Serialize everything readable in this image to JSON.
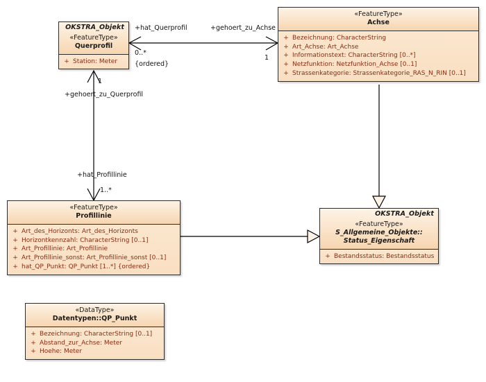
{
  "diagram": {
    "type": "uml-class-diagram",
    "background": "#ffffff",
    "box_fill": "#fbe8d2",
    "box_border": "#2b2b2b",
    "attribute_text_color": "#8a2b11",
    "line_color": "#000000"
  },
  "classes": {
    "querprofil": {
      "owner": "OKSTRA_Objekt",
      "stereotype": "«FeatureType»",
      "name": "Querprofil",
      "attributes": [
        {
          "visibility": "+",
          "text": "Station: Meter"
        }
      ]
    },
    "achse": {
      "stereotype": "«FeatureType»",
      "name": "Achse",
      "attributes": [
        {
          "visibility": "+",
          "text": "Bezeichnung: CharacterString"
        },
        {
          "visibility": "+",
          "text": "Art_Achse: Art_Achse"
        },
        {
          "visibility": "+",
          "text": "Informationstext: CharacterString [0..*]"
        },
        {
          "visibility": "+",
          "text": "Netzfunktion: Netzfunktion_Achse [0..1]"
        },
        {
          "visibility": "+",
          "text": "Strassenkategorie: Strassenkategorie_RAS_N_RIN [0..1]"
        }
      ]
    },
    "profillinie": {
      "stereotype": "«FeatureType»",
      "name": "Profillinie",
      "attributes": [
        {
          "visibility": "+",
          "text": "Art_des_Horizonts: Art_des_Horizonts"
        },
        {
          "visibility": "+",
          "text": "Horizontkennzahl: CharacterString [0..1]"
        },
        {
          "visibility": "+",
          "text": "Art_Profillinie: Art_Profillinie"
        },
        {
          "visibility": "+",
          "text": "Art_Profillinie_sonst: Art_Profillinie_sonst [0..1]"
        },
        {
          "visibility": "+",
          "text": "hat_QP_Punkt: QP_Punkt [1..*] {ordered}"
        }
      ]
    },
    "status_eigenschaft": {
      "owner": "OKSTRA_Objekt",
      "stereotype": "«FeatureType»",
      "name_line1": "S_Allgemeine_Objekte::",
      "name_line2": "Status_Eigenschaft",
      "attributes": [
        {
          "visibility": "+",
          "text": "Bestandsstatus: Bestandsstatus"
        }
      ]
    },
    "qp_punkt": {
      "stereotype": "«DataType»",
      "name": "Datentypen::QP_Punkt",
      "attributes": [
        {
          "visibility": "+",
          "text": "Bezeichnung: CharacterString [0..1]"
        },
        {
          "visibility": "+",
          "text": "Abstand_zur_Achse: Meter"
        },
        {
          "visibility": "+",
          "text": "Hoehe: Meter"
        }
      ]
    }
  },
  "associations": {
    "querprofil_achse": {
      "source_role": "+hat_Querprofil",
      "source_multiplicity": "0..*",
      "source_constraint": "{ordered}",
      "target_role": "+gehoert_zu_Achse",
      "target_multiplicity": "1"
    },
    "querprofil_profillinie": {
      "source_role": "+gehoert_zu_Querprofil",
      "source_multiplicity": "1",
      "target_role": "+hat_Profillinie",
      "target_multiplicity": "1..*"
    }
  },
  "generalizations": [
    {
      "from": "achse",
      "to": "status_eigenschaft"
    },
    {
      "from": "profillinie",
      "to": "status_eigenschaft"
    }
  ]
}
